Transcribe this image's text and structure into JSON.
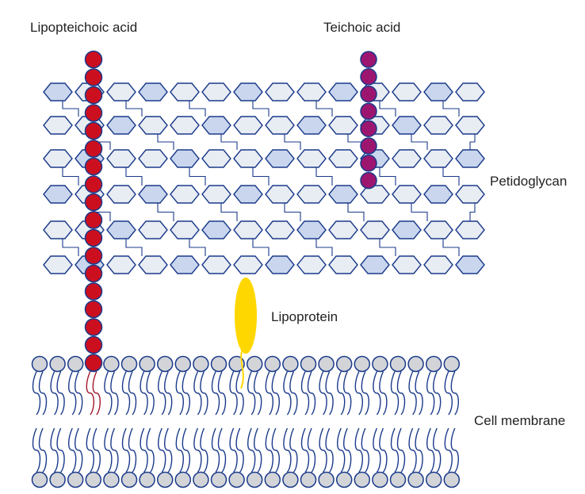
{
  "labels": {
    "lipoteichoic_acid": "Lipopteichoic acid",
    "teichoic_acid": "Teichoic acid",
    "peptidoglycan": "Petidoglycan",
    "lipoprotein": "Lipoprotein",
    "cell_membrane": "Cell membrane"
  },
  "colors": {
    "outline": "#1a3a8a",
    "hex_fill_light": "#e8ecf3",
    "hex_fill_blue": "#c9d6ee",
    "lipoteichoic_bead": "#cc0f1f",
    "teichoic_bead": "#9c1670",
    "lipoprotein": "#ffd700",
    "lipid_head": "#d2d4d8",
    "membrane_anchor": "#a0182a"
  }
}
